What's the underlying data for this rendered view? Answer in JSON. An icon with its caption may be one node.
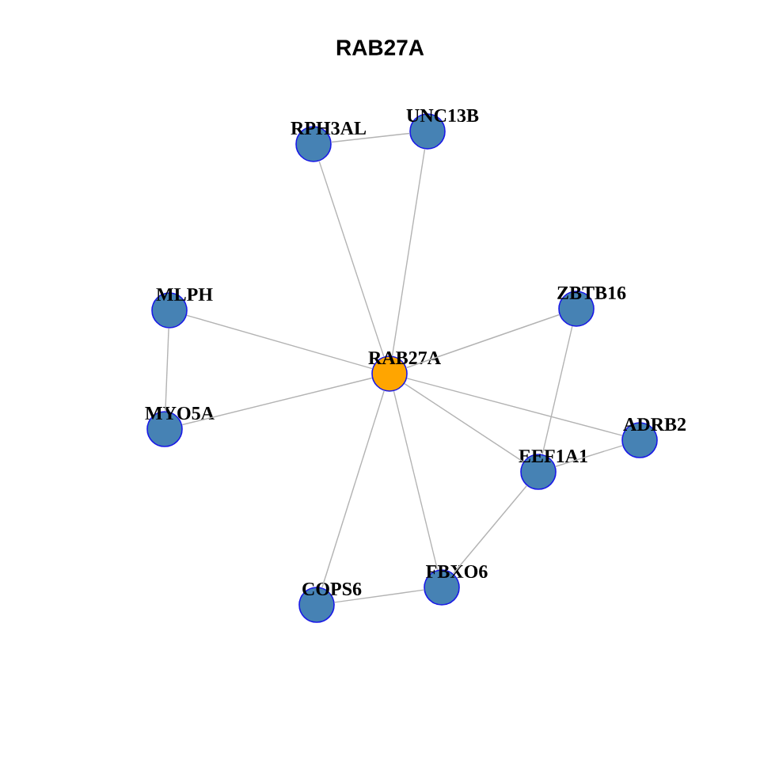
{
  "diagram": {
    "title": "RAB27A",
    "nodes": [
      {
        "text": [
          "RPH3AL"
        ]
      },
      {
        "text": [
          "UNC13B"
        ]
      },
      {
        "text": [
          "MLPH"
        ]
      },
      {
        "text": [
          "ZBTB16"
        ]
      },
      {
        "text": [
          "RAB27A"
        ]
      },
      {
        "text": [
          "MYO5A"
        ]
      },
      {
        "text": [
          "ADRB2"
        ]
      },
      {
        "text": [
          "EEF1A1"
        ]
      },
      {
        "text": [
          "FBXO6"
        ]
      },
      {
        "text": [
          "COPS6"
        ]
      }
    ],
    "edges": [
      {
        "from": 0,
        "to": 1,
        "arrow": "none"
      },
      {
        "from": 0,
        "to": 4,
        "arrow": "none"
      },
      {
        "from": 1,
        "to": 4,
        "arrow": "none"
      },
      {
        "from": 2,
        "to": 4,
        "arrow": "none"
      },
      {
        "from": 2,
        "to": 5,
        "arrow": "none"
      },
      {
        "from": 5,
        "to": 4,
        "arrow": "none"
      },
      {
        "from": 3,
        "to": 4,
        "arrow": "none"
      },
      {
        "from": 3,
        "to": 7,
        "arrow": "none"
      },
      {
        "from": 6,
        "to": 4,
        "arrow": "none"
      },
      {
        "from": 6,
        "to": 7,
        "arrow": "none"
      },
      {
        "from": 7,
        "to": 4,
        "arrow": "none"
      },
      {
        "from": 7,
        "to": 8,
        "arrow": "none"
      },
      {
        "from": 8,
        "to": 4,
        "arrow": "none"
      },
      {
        "from": 9,
        "to": 4,
        "arrow": "none"
      },
      {
        "from": 9,
        "to": 8,
        "arrow": "none"
      }
    ]
  }
}
